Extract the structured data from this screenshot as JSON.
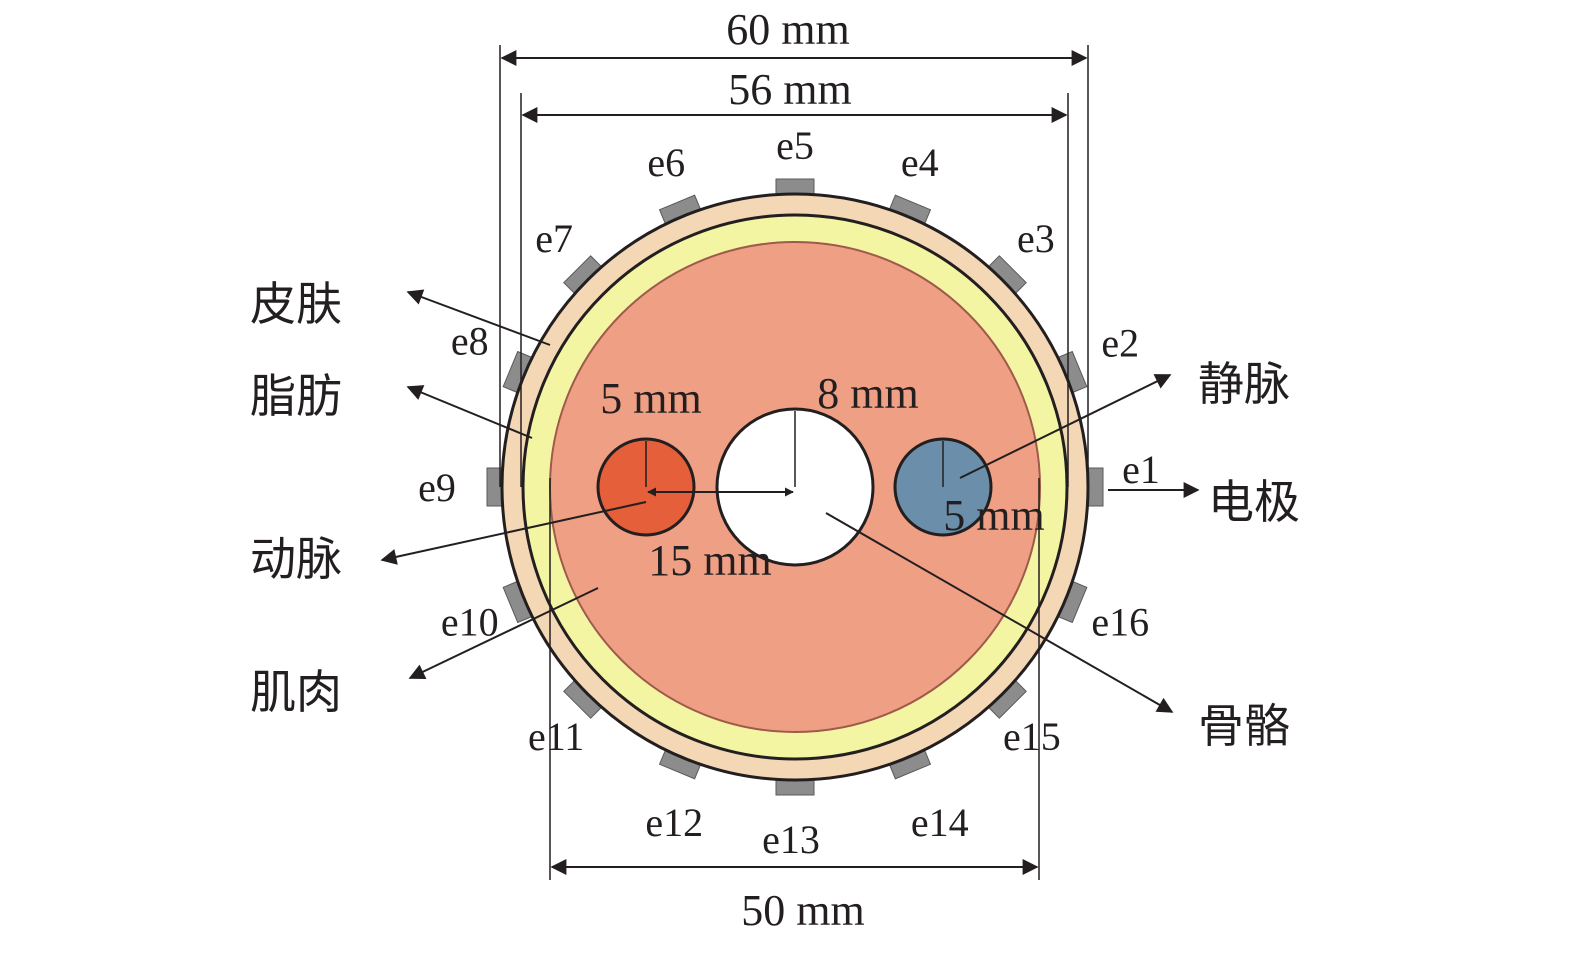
{
  "colors": {
    "skin": "#f4d8b6",
    "fat": "#f3f5a3",
    "muscle": "#ef9f84",
    "artery": "#e45f3a",
    "vein": "#6b8fab",
    "bone": "#ffffff",
    "electrode": "#8c8c8c",
    "stroke": "#231f20"
  },
  "dimensions": {
    "outer": "60 mm",
    "fat": "56 mm",
    "muscle": "50 mm",
    "artery": "5 mm",
    "bone": "8 mm",
    "vein": "5 mm",
    "offset": "15 mm"
  },
  "tissues": {
    "skin": "皮肤",
    "fat": "脂肪",
    "artery": "动脉",
    "muscle": "肌肉",
    "vein": "静脉",
    "electrode": "电极",
    "bone": "骨骼"
  },
  "electrodes": [
    "e1",
    "e2",
    "e3",
    "e4",
    "e5",
    "e6",
    "e7",
    "e8",
    "e9",
    "e10",
    "e11",
    "e12",
    "e13",
    "e14",
    "e15",
    "e16"
  ]
}
